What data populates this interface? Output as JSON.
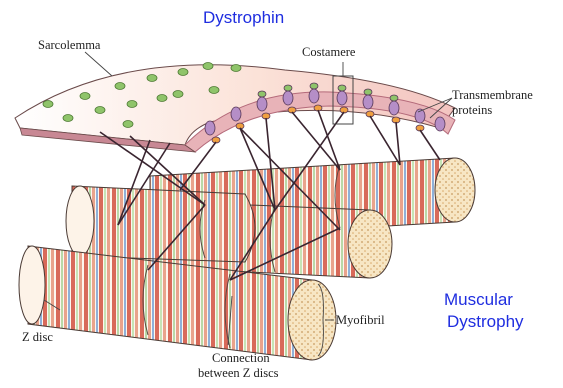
{
  "labels": {
    "title": "Dystrophin",
    "sarcolemma": "Sarcolemma",
    "costamere": "Costamere",
    "transmembrane_line1": "Transmembrane",
    "transmembrane_line2": "proteins",
    "myofibril": "Myofibril",
    "z_disc": "Z disc",
    "connection_line1": "Connection",
    "connection_line2": "between Z discs",
    "disease_line1": "Muscular",
    "disease_line2": "Dystrophy"
  },
  "colors": {
    "label_blue": "#1f2ee0",
    "membrane_pink": "#e8b3b8",
    "membrane_edge": "#b46a7a",
    "protein_green": "#8fc46a",
    "protein_purple": "#b58ec7",
    "protein_orange": "#f0a040",
    "striation_red": "#d86a5a",
    "striation_green": "#b9d9a8",
    "striation_blue": "#8fb0d8"
  }
}
